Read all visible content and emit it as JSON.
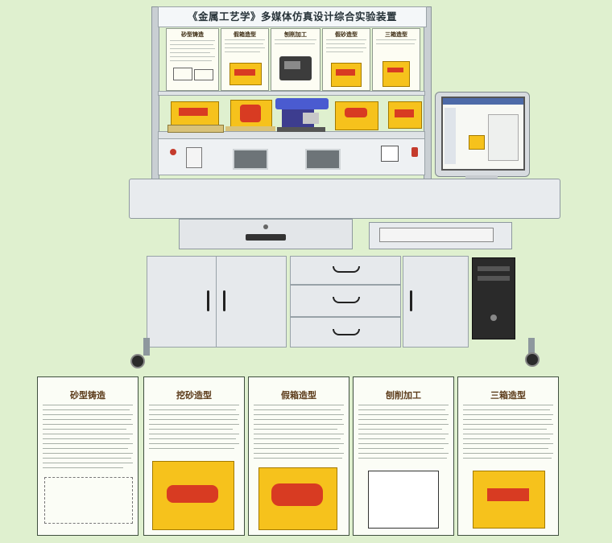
{
  "header": {
    "title": "《金属工艺学》多媒体仿真设计综合实验装置"
  },
  "boards": [
    {
      "title": "砂型铸造"
    },
    {
      "title": "假箱造型"
    },
    {
      "title": "刨削加工"
    },
    {
      "title": "假砂造型"
    },
    {
      "title": "三箱造型"
    }
  ],
  "posters": [
    {
      "title": "砂型铸造"
    },
    {
      "title": "挖砂造型"
    },
    {
      "title": "假箱造型"
    },
    {
      "title": "刨削加工"
    },
    {
      "title": "三箱造型"
    }
  ],
  "colors": {
    "background": "#dff0cf",
    "model_gold": "#f6c21c",
    "model_red": "#d83b22",
    "casting_blue": "#4a5bd0"
  }
}
